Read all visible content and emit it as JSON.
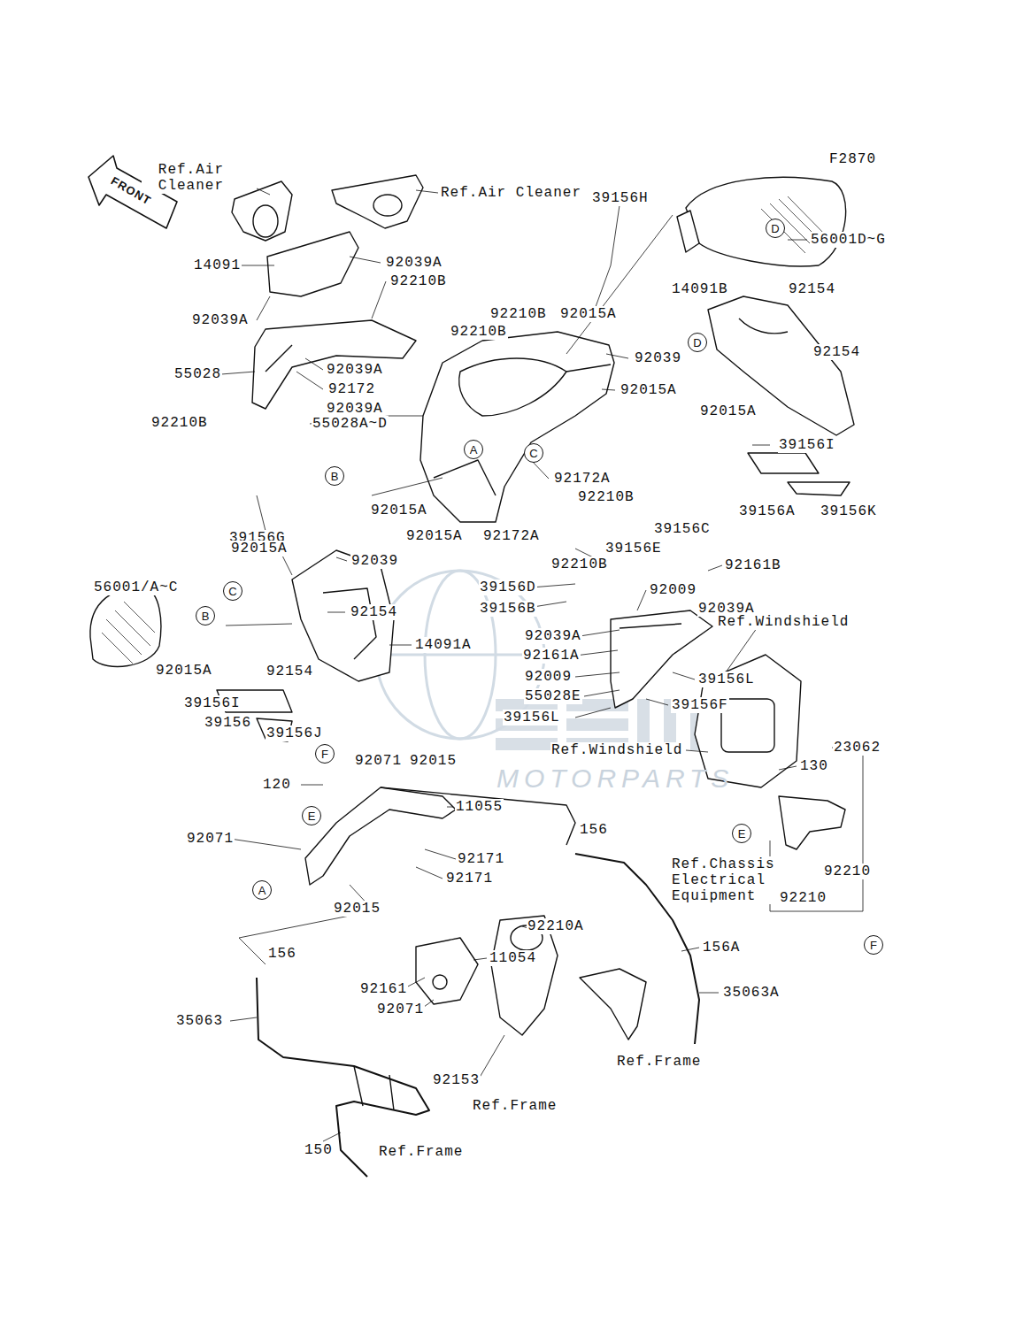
{
  "diagram": {
    "nodes": [
      {
        "text": [
          "D"
        ]
      },
      {
        "text": [
          "D"
        ]
      },
      {
        "text": [
          "A"
        ]
      },
      {
        "text": [
          "C"
        ]
      },
      {
        "text": [
          "B"
        ]
      },
      {
        "text": [
          "C"
        ]
      },
      {
        "text": [
          "B"
        ]
      },
      {
        "text": [
          "F"
        ]
      },
      {
        "text": [
          "E"
        ]
      },
      {
        "text": [
          "A"
        ]
      },
      {
        "text": [
          "E"
        ]
      },
      {
        "text": [
          "F"
        ]
      }
    ],
    "labels": [
      "F2870",
      "Ref.Air Cleaner",
      "FRONT",
      "Ref.Air Cleaner",
      "14091",
      "92039A",
      "92039A",
      "92210B",
      "55028",
      "92039A",
      "92172",
      "92039A",
      "92210B",
      "55028A~D",
      "39156G",
      "39156H",
      "56001D~G",
      "14091B",
      "92154",
      "92210B",
      "92015A",
      "92210B",
      "92039",
      "92154",
      "92015A",
      "92015A",
      "39156I",
      "92172A",
      "92210B",
      "39156A",
      "39156K",
      "92015A",
      "92015A",
      "92172A",
      "92210B",
      "39156E",
      "39156C",
      "92161B",
      "92015A",
      "92039",
      "56001/A~C",
      "92154",
      "14091A",
      "39156D",
      "92009",
      "39156B",
      "92039A",
      "Ref.Windshield",
      "92039A",
      "92161A",
      "92009",
      "55028E",
      "39156L",
      "39156F",
      "39156L",
      "92015A",
      "92154",
      "39156I",
      "39156",
      "39156J",
      "92071",
      "92015",
      "Ref.Windshield",
      "23062",
      "130",
      "120",
      "11055",
      "156",
      "92071",
      "92171",
      "92171",
      "Ref.Chassis Electrical Equipment",
      "92210",
      "92210",
      "92015",
      "156",
      "92210A",
      "156A",
      "11054",
      "92161",
      "35063A",
      "92071",
      "35063",
      "Ref.Frame",
      "92153",
      "Ref.Frame",
      "150",
      "Ref.Frame",
      "MOTORPARTS"
    ]
  }
}
